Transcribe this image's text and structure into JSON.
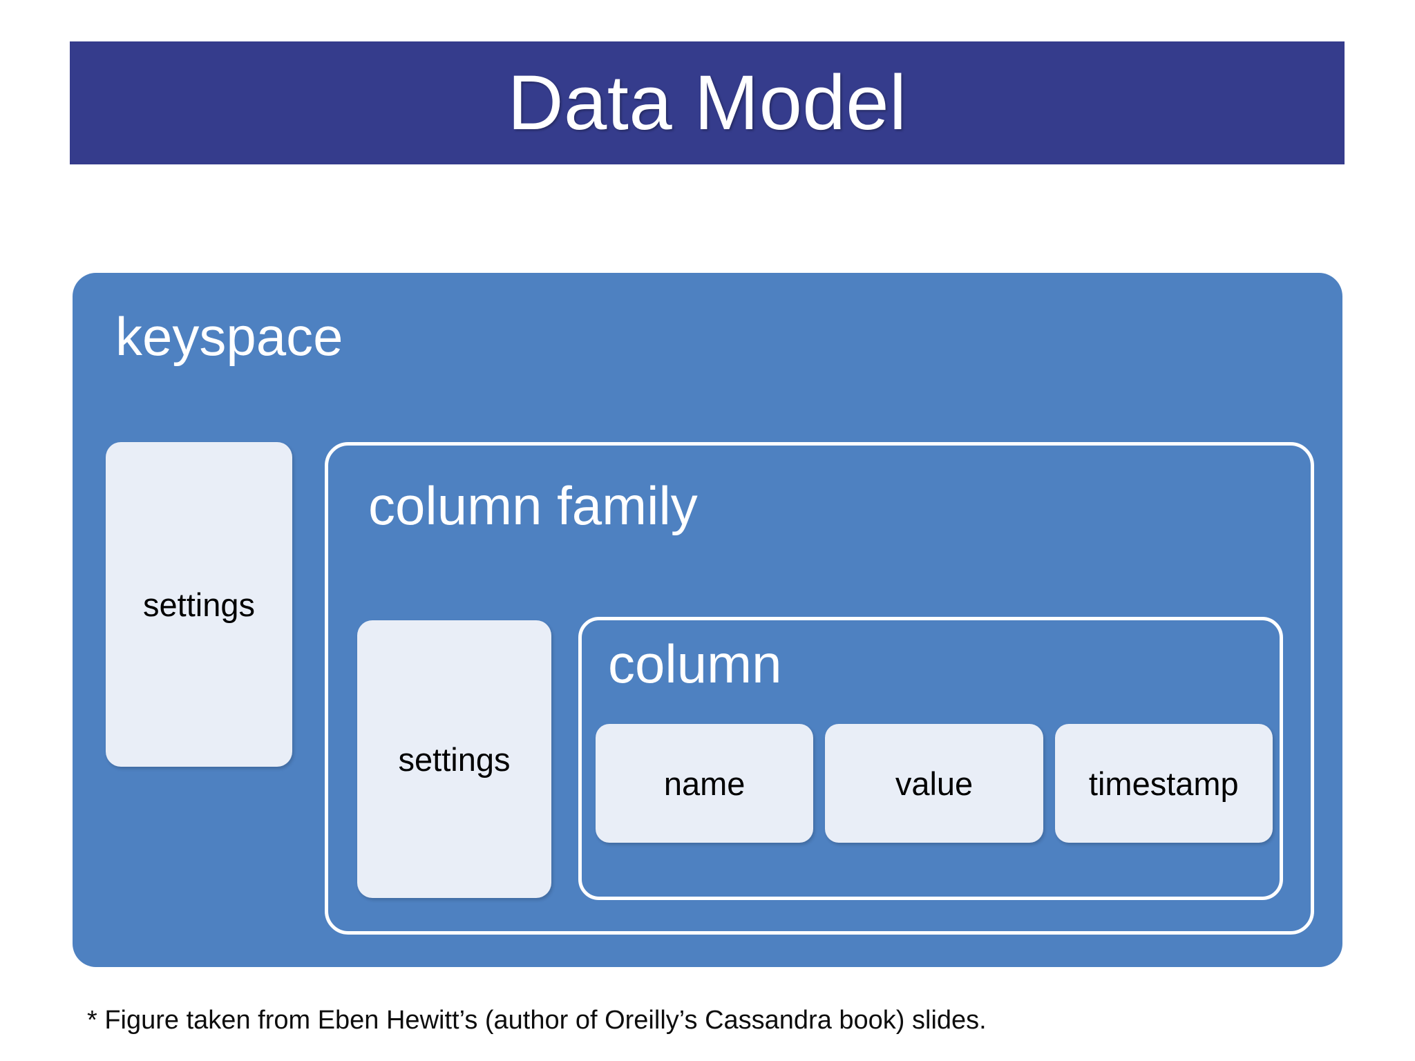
{
  "slide": {
    "title": "Data Model",
    "footnote": "* Figure taken from Eben Hewitt’s (author of Oreilly’s Cassandra book) slides."
  },
  "colors": {
    "title_bar": "#353C8C",
    "panel_blue": "#4E81C1",
    "leaf_box": "#E9EEF7",
    "outline": "#FFFFFF",
    "text_light": "#FFFFFF",
    "text_dark": "#000000",
    "background": "#FFFFFF"
  },
  "diagram": {
    "keyspace": {
      "label": "keyspace",
      "settings": {
        "label": "settings"
      },
      "column_family": {
        "label": "column family",
        "settings": {
          "label": "settings"
        },
        "column": {
          "label": "column",
          "fields": [
            {
              "label": "name"
            },
            {
              "label": "value"
            },
            {
              "label": "timestamp"
            }
          ]
        }
      }
    }
  }
}
